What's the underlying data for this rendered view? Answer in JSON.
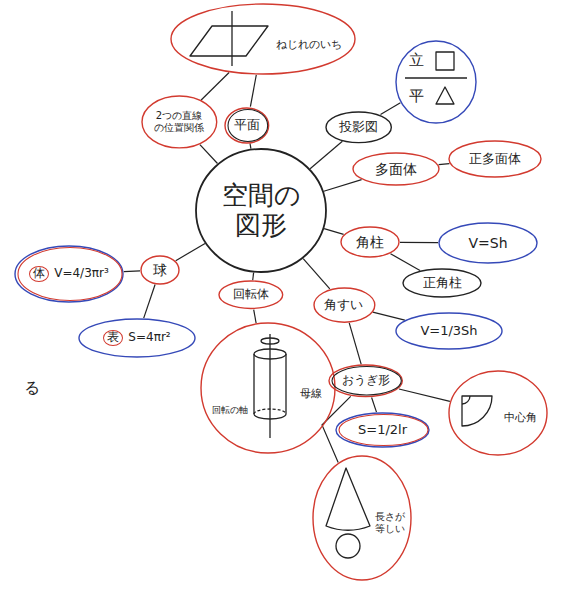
{
  "diagram": {
    "nodes": [
      {
        "text": [
          "ねじれのいち"
        ]
      },
      {
        "text": [
          "2つの直線の位置関係"
        ]
      },
      {
        "text": [
          "平面"
        ]
      },
      {
        "text": [
          "投影図"
        ]
      },
      {
        "text": [
          "立",
          "平"
        ]
      },
      {
        "text": [
          "空間の図形"
        ]
      },
      {
        "text": [
          "多面体"
        ]
      },
      {
        "text": [
          "正多面体"
        ]
      },
      {
        "text": [
          "角柱"
        ]
      },
      {
        "text": [
          "V=Sh"
        ]
      },
      {
        "text": [
          "正角柱"
        ]
      },
      {
        "text": [
          "角すい"
        ]
      },
      {
        "text": [
          "V=1/3Sh"
        ]
      },
      {
        "text": [
          "体",
          "V=4/3πr³"
        ]
      },
      {
        "text": [
          "球"
        ]
      },
      {
        "text": [
          "表",
          "S=4πr²"
        ]
      },
      {
        "text": [
          "回転体"
        ]
      },
      {
        "text": [
          "回転の軸",
          "母線"
        ]
      },
      {
        "text": [
          "おうぎ形"
        ]
      },
      {
        "text": [
          "中心角"
        ]
      },
      {
        "text": [
          "S=1/2lr"
        ]
      },
      {
        "text": [
          "長さが等しい"
        ]
      }
    ],
    "edges": [
      {
        "from": 5,
        "to": 1,
        "arrow": "none"
      },
      {
        "from": 5,
        "to": 2,
        "arrow": "none"
      },
      {
        "from": 0,
        "to": 1,
        "arrow": "none"
      },
      {
        "from": 0,
        "to": 2,
        "arrow": "none"
      },
      {
        "from": 5,
        "to": 3,
        "arrow": "none"
      },
      {
        "from": 3,
        "to": 4,
        "arrow": "none"
      },
      {
        "from": 5,
        "to": 6,
        "arrow": "none"
      },
      {
        "from": 6,
        "to": 7,
        "arrow": "none"
      },
      {
        "from": 5,
        "to": 8,
        "arrow": "none"
      },
      {
        "from": 8,
        "to": 9,
        "arrow": "none"
      },
      {
        "from": 8,
        "to": 10,
        "arrow": "none"
      },
      {
        "from": 5,
        "to": 11,
        "arrow": "none"
      },
      {
        "from": 11,
        "to": 12,
        "arrow": "none"
      },
      {
        "from": 11,
        "to": 18,
        "arrow": "none"
      },
      {
        "from": 18,
        "to": 19,
        "arrow": "none"
      },
      {
        "from": 18,
        "to": 20,
        "arrow": "none"
      },
      {
        "from": 18,
        "to": 21,
        "arrow": "none"
      },
      {
        "from": 5,
        "to": 16,
        "arrow": "none"
      },
      {
        "from": 16,
        "to": 17,
        "arrow": "none"
      },
      {
        "from": 5,
        "to": 14,
        "arrow": "none"
      },
      {
        "from": 14,
        "to": 13,
        "arrow": "none"
      },
      {
        "from": 14,
        "to": 15,
        "arrow": "none"
      }
    ],
    "labels": [
      "る"
    ]
  }
}
